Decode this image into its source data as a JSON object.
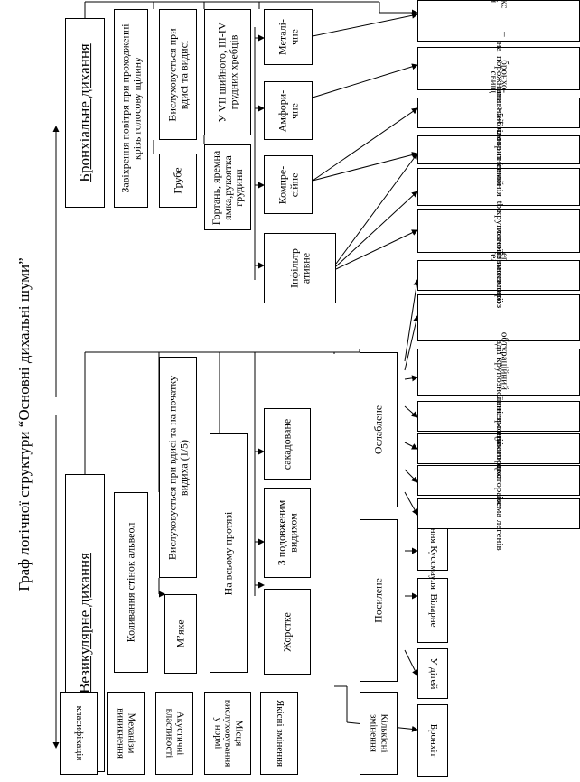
{
  "title": "Граф логічної структури  “Основні дихальні шуми”",
  "branches": {
    "vesicular": "Везикулярне дихання",
    "bronchial": "Бронхіальне дихання"
  },
  "bottom_labels": {
    "classification": "класифікація",
    "mechanism": "Механізм виникнення",
    "acoustic": "Акустичні властивості",
    "place": "Місця вислуховування у нормі",
    "quality": "Якісні змінення",
    "quantity": "Кількісні змінення"
  },
  "vesicular_nodes": {
    "mechanism": "Коливання стінок альвеол",
    "timing": "Вислуховується при вдисі та на початку видиха (1/5)",
    "soft": "М’яке",
    "place": "На всьому протязі",
    "rigid": "Жорстке",
    "prolonged": "З подовженим видихом",
    "saccadic": "сакадоване",
    "enhanced": "Посилене",
    "weakened": "Ослаблене"
  },
  "bronchial_nodes": {
    "mechanism": "Завіхрення повітря при проходженні крізь голосову щілину",
    "rough": "Грубе",
    "timing": "Вислуховується при вдисі та видисі",
    "place_lower": "Гортань, яремна ямка,рукоятка грудини",
    "place_upper": "У VII шийного, III-IV грудних хребців",
    "metallic": "Металі-чне",
    "amphoric": "Амфори-чне",
    "compression": "Компре-сійне",
    "infiltrative": "Інфільтр ативне"
  },
  "vesicular_outcomes": [
    "Бронхіт",
    "У дітей",
    "Віларне",
    "Дихання Куссмауля",
    "Емфізема легенів",
    "Гідроторакс",
    "Пневмоторакс",
    "Плевральні зрощування",
    "I та III стадії крупозної пневмонії",
    "Неповний обтураційний ателектаз",
    "Пневмосклероз"
  ],
  "bronchial_outcomes": [
    "Пневмоторакс – бронхо-плевральний свищ",
    "Гладкостінна порожнина >5-6 см",
    "Ексудативний плеврит",
    "Часточкова пневмонія",
    "Інфільтративний tbc легенів",
    "II стадія крупозної пневмонії"
  ]
}
